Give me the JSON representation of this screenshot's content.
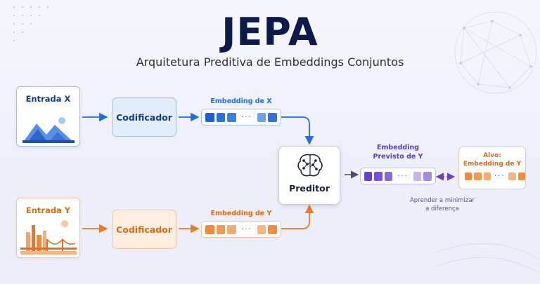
{
  "title": "JEPA",
  "subtitle": "Arquitetura Preditiva de Embeddings Conjuntos",
  "input_x": {
    "label": "Entrada X"
  },
  "input_y": {
    "label": "Entrada Y"
  },
  "encoder_x": {
    "label": "Codificador"
  },
  "encoder_y": {
    "label": "Codificador"
  },
  "embedding_x": {
    "label": "Embedding de X",
    "dots": "···"
  },
  "embedding_y": {
    "label": "Embedding de Y",
    "dots": "···"
  },
  "predictor": {
    "label": "Preditor"
  },
  "predicted": {
    "label_line1": "Embedding",
    "label_line2": "Previsto de Y",
    "dots": "···"
  },
  "target": {
    "label_line1": "Alvo:",
    "label_line2": "Embedding de Y",
    "dots": "···"
  },
  "note": {
    "line1": "Aprender a minimizar",
    "line2": "a diferença"
  },
  "colors": {
    "title": "#0e1a4a",
    "blue": "#1f6fe0",
    "orange": "#f07a22",
    "purple": "#6b3fd0",
    "arrow_dark": "#4a4f68"
  }
}
